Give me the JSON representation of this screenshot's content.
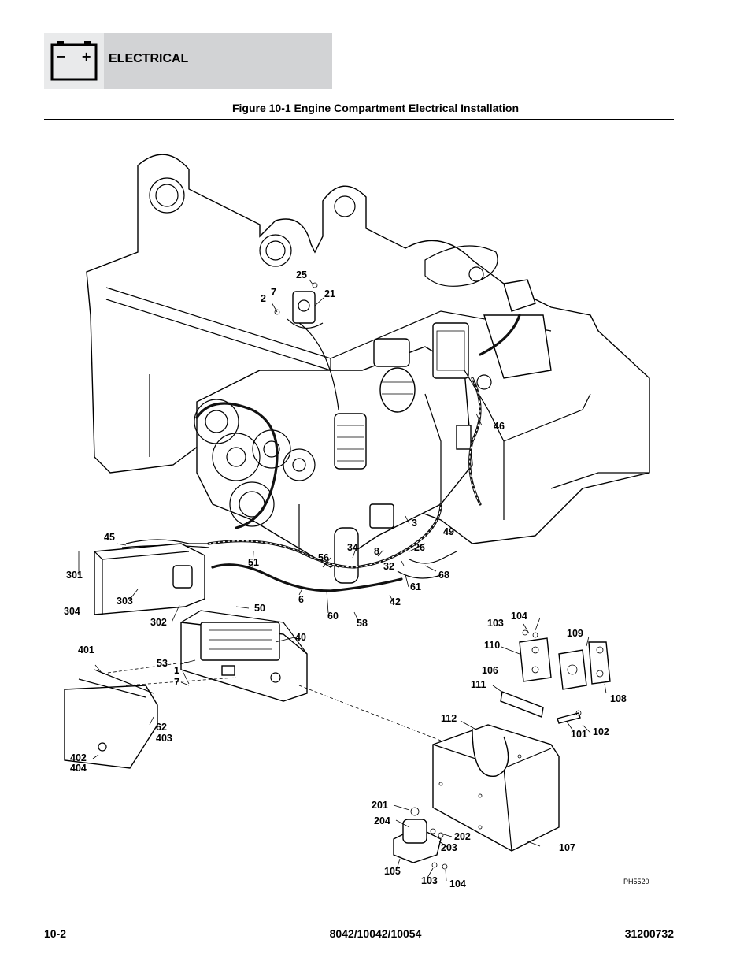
{
  "header": {
    "section_title": "ELECTRICAL",
    "battery_icon": "battery-icon",
    "battery_minus": "−",
    "battery_plus": "+"
  },
  "figure_title": "Figure 10-1 Engine Compartment Electrical Installation",
  "drawing": {
    "photo_id": "PH5520",
    "callouts": [
      "25",
      "7",
      "21",
      "2",
      "46",
      "45",
      "3",
      "49",
      "26",
      "34",
      "8",
      "301",
      "51",
      "56",
      "32",
      "68",
      "61",
      "6",
      "303",
      "50",
      "42",
      "304",
      "60",
      "58",
      "302",
      "40",
      "103",
      "104",
      "109",
      "110",
      "106",
      "53",
      "1",
      "7",
      "111",
      "108",
      "401",
      "101",
      "102",
      "62",
      "403",
      "112",
      "402",
      "404",
      "201",
      "204",
      "202",
      "203",
      "107",
      "105",
      "103",
      "104"
    ]
  },
  "footer": {
    "page_number": "10-2",
    "models": "8042/10042/10054",
    "manual_number": "31200732"
  }
}
